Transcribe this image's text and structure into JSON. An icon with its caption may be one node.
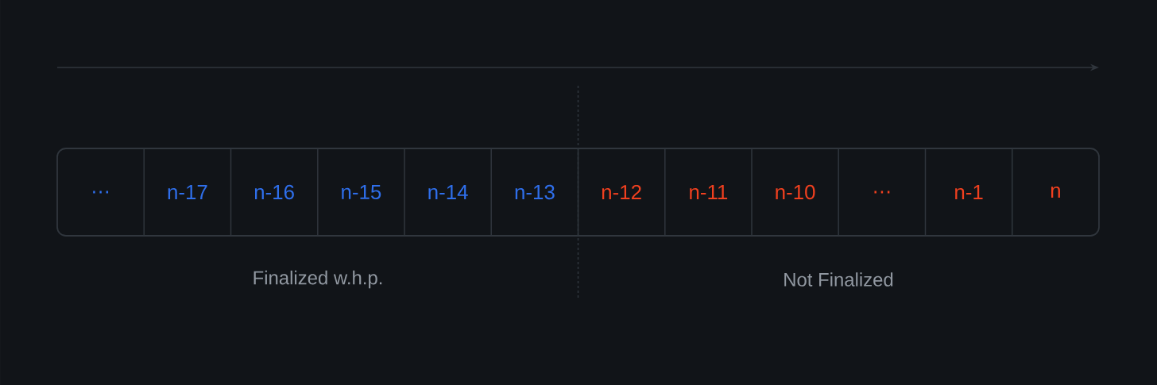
{
  "diagram": {
    "nodes": [
      {
        "text": [
          "…"
        ]
      },
      {
        "text": [
          "n-17"
        ]
      },
      {
        "text": [
          "n-16"
        ]
      },
      {
        "text": [
          "n-15"
        ]
      },
      {
        "text": [
          "n-14"
        ]
      },
      {
        "text": [
          "n-13"
        ]
      },
      {
        "text": [
          "n-12"
        ]
      },
      {
        "text": [
          "n-11"
        ]
      },
      {
        "text": [
          "n-10"
        ]
      },
      {
        "text": [
          "…"
        ]
      },
      {
        "text": [
          "n-1"
        ]
      },
      {
        "text": [
          "n"
        ]
      }
    ],
    "labels": [
      "Finalized w.h.p.",
      "Not Finalized"
    ]
  }
}
